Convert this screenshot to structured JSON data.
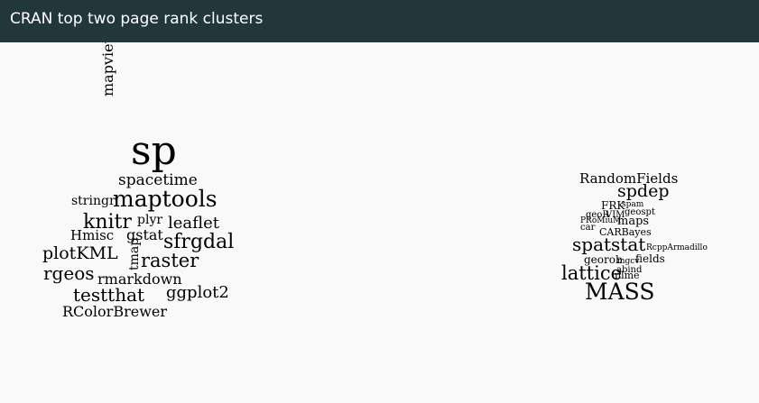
{
  "page": {
    "title": "CRAN top two page rank clusters"
  },
  "colors": {
    "header_bg": "#22373a",
    "header_text": "#ffffff",
    "background": "#f9f9f9",
    "word": "#000000"
  },
  "clusters": [
    {
      "id": "cluster-1",
      "words": [
        "sp",
        "mapview",
        "spacetime",
        "stringr",
        "maptools",
        "knitr",
        "plyr",
        "leaflet",
        "gstat",
        "Hmisc",
        "sfrgdal",
        "plotKML",
        "tmap",
        "raster",
        "rgeos",
        "rmarkdown",
        "testthat",
        "ggplot2",
        "RColorBrewer"
      ]
    },
    {
      "id": "cluster-2",
      "words": [
        "RandomFields",
        "spdep",
        "FRK",
        "spam",
        "geoR",
        "VIM",
        "geospt",
        "PRoMiuM",
        "maps",
        "car",
        "CARBayes",
        "spatstat",
        "RcppArmadillo",
        "georob",
        "mgcv",
        "fields",
        "abind",
        "lattice",
        "nlme",
        "MASS"
      ]
    }
  ]
}
